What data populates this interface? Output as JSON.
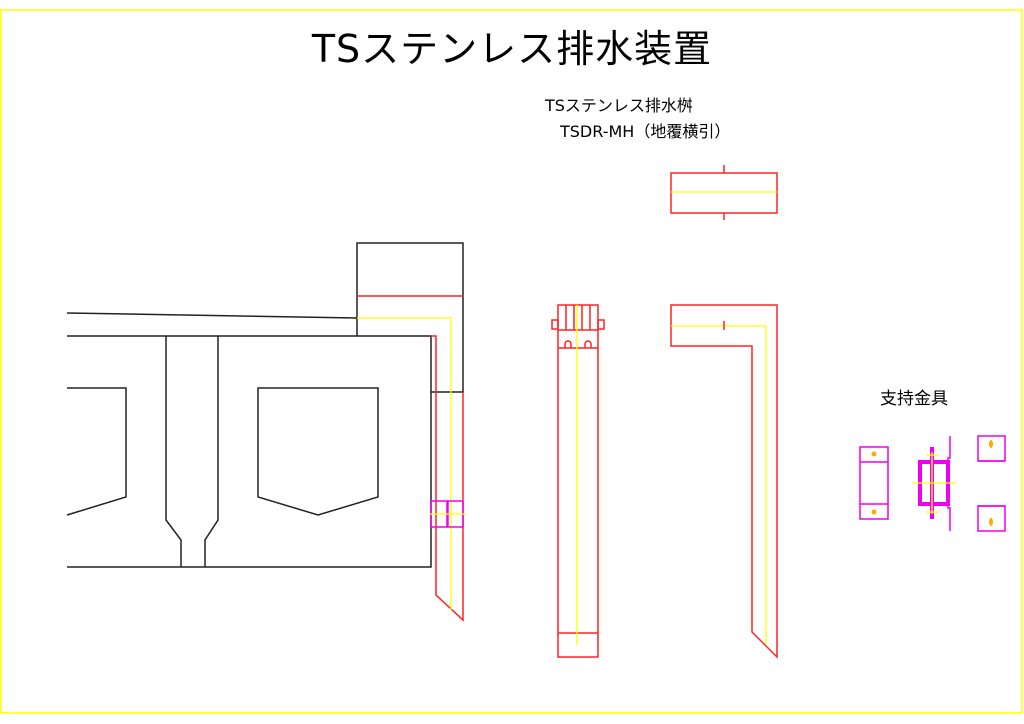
{
  "title": "TSステンレス排水装置",
  "product": {
    "name": "TSステンレス排水桝",
    "model": "TSDR-MH（地覆横引）"
  },
  "bracket_label": "支持金具",
  "colors": {
    "structure": "#222222",
    "drain_body": "#ff2222",
    "centerline": "#ffff00",
    "bracket": "#ee00ee",
    "border": "#ffff00"
  }
}
